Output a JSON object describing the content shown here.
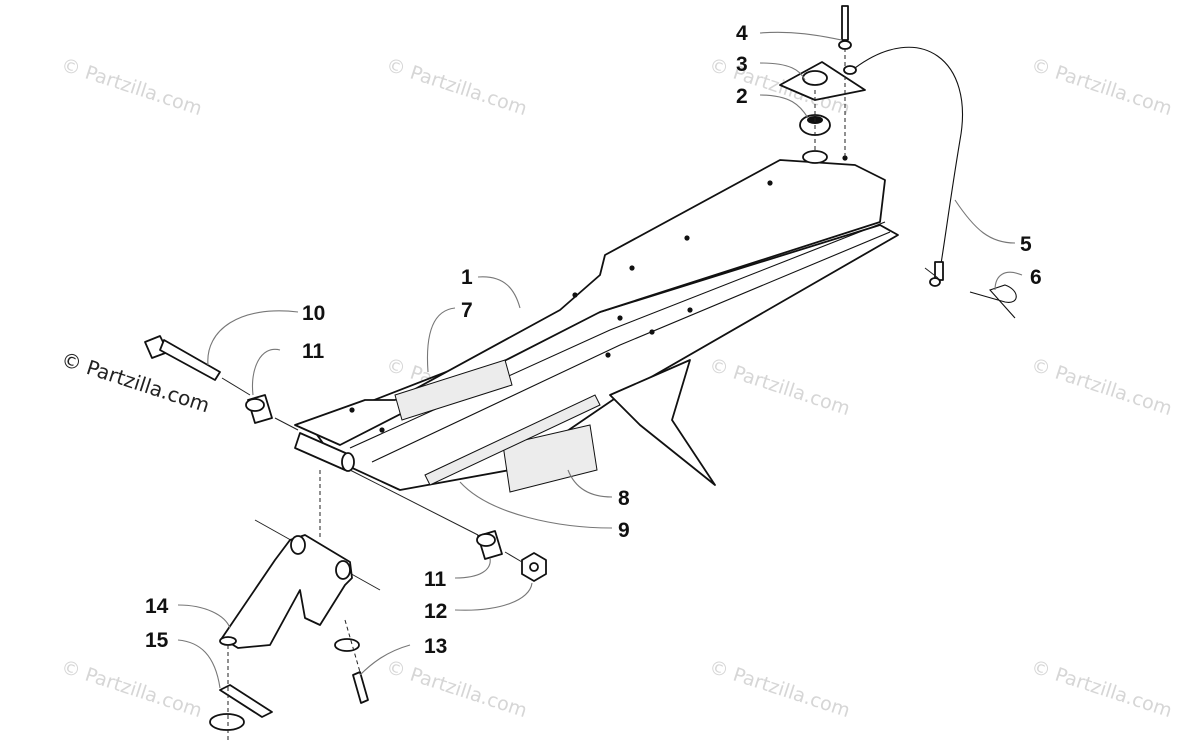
{
  "watermark": {
    "tiled_text": "Partzilla.com",
    "copyright_symbol": "©",
    "main_text": "© Partzilla.com"
  },
  "callouts": [
    {
      "number": "1"
    },
    {
      "number": "2"
    },
    {
      "number": "3"
    },
    {
      "number": "4"
    },
    {
      "number": "5"
    },
    {
      "number": "6"
    },
    {
      "number": "7"
    },
    {
      "number": "8"
    },
    {
      "number": "9"
    },
    {
      "number": "10"
    },
    {
      "number": "11"
    },
    {
      "number": "11"
    },
    {
      "number": "12"
    },
    {
      "number": "13"
    },
    {
      "number": "14"
    },
    {
      "number": "15"
    }
  ]
}
